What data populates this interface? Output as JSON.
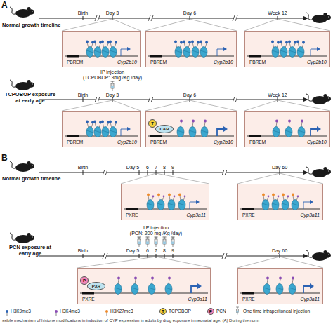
{
  "diagram": {
    "caption": "ssible mechanism of histone modifications in induction of CYP expression in adults by drug exposure in neonatal age. (A) During the norm",
    "nodes": [
      {
        "text": [
          "PBREM",
          "Cyp2b10"
        ]
      },
      {
        "text": [
          "PBREM",
          "Cyp2b10"
        ]
      },
      {
        "text": [
          "PBREM",
          "Cyp2b10"
        ]
      },
      {
        "text": [
          "PBREM",
          "Cyp2b10"
        ]
      },
      {
        "text": [
          "PBREM",
          "Cyp2b10"
        ]
      },
      {
        "text": [
          "T"
        ],
        "in": 4
      },
      {
        "text": [
          "CAR"
        ],
        "in": 4
      },
      {
        "text": [
          "PBREM",
          "Cyp2b10"
        ]
      },
      {
        "text": [
          "PXRE",
          "Cyp3a11"
        ]
      },
      {
        "text": [
          "PXRE",
          "Cyp3a11"
        ]
      },
      {
        "text": [
          "PXRE",
          "Cyp3a11"
        ]
      },
      {
        "text": [
          "P"
        ],
        "in": 10
      },
      {
        "text": [
          "PXR"
        ],
        "in": 10
      },
      {
        "text": [
          "PXRE",
          "Cyp3a11"
        ]
      }
    ],
    "labels": [
      "A",
      "Normal growth timeline",
      "Birth",
      "Day 3",
      "Day 6",
      "Week 12",
      "TCPOBOP exposure at early age",
      "IP injection",
      "(TCPOBOP: 3mg /Kg /day)",
      "Birth",
      "Day 3",
      "Day 6",
      "Week 12",
      "B",
      "Normal growth timeline",
      "Birth",
      "Day 5",
      "6",
      "7",
      "8",
      "9",
      "Day 60",
      "PCN exposure at early age",
      "I.P injection",
      "(PCN: 200 mg /Kg /day)",
      "Birth",
      "Day 5",
      "6",
      "7",
      "8",
      "9",
      "Day 60",
      "T",
      "P"
    ],
    "legend": [
      {
        "text": "H3K9me3",
        "color": "#2b62b3"
      },
      {
        "text": "H3K4me3",
        "color": "#8a4cb4"
      },
      {
        "text": "H3K27me3",
        "color": "#ee8a2a"
      },
      {
        "text": "TCPOBOP",
        "color": "#f6d23c"
      },
      {
        "text": "PCN",
        "color": "#ef86b8"
      },
      {
        "text": "One time intraperitoneal injection"
      }
    ]
  }
}
